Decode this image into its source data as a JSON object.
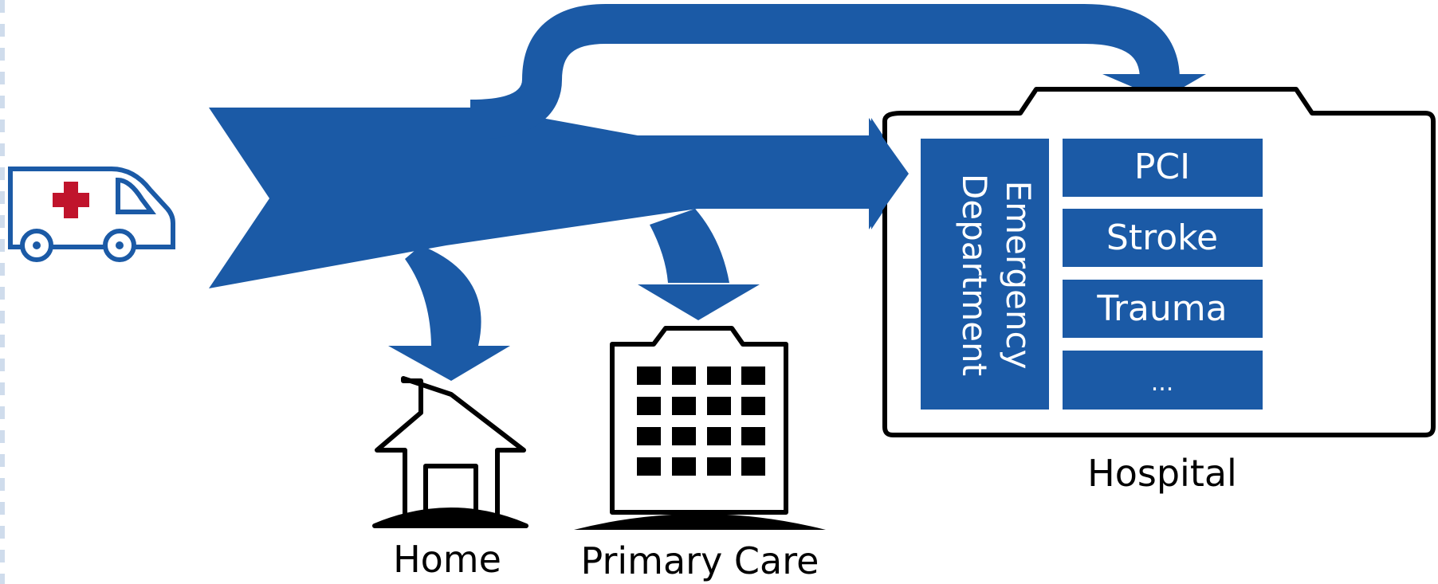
{
  "colors": {
    "flow": "#1b5aa6",
    "outline": "#000000",
    "cross": "#c0142c",
    "panel_text": "#ffffff",
    "edge_dash": "#cfdcec"
  },
  "icons": [
    "ambulance-icon",
    "home-icon",
    "primary-care-building-icon",
    "hospital-building-icon"
  ],
  "destinations": {
    "home": "Home",
    "primary_care": "Primary Care",
    "hospital": "Hospital"
  },
  "hospital": {
    "department": [
      "Emergency",
      "Department"
    ],
    "services": [
      "PCI",
      "Stroke",
      "Trauma",
      "..."
    ]
  }
}
